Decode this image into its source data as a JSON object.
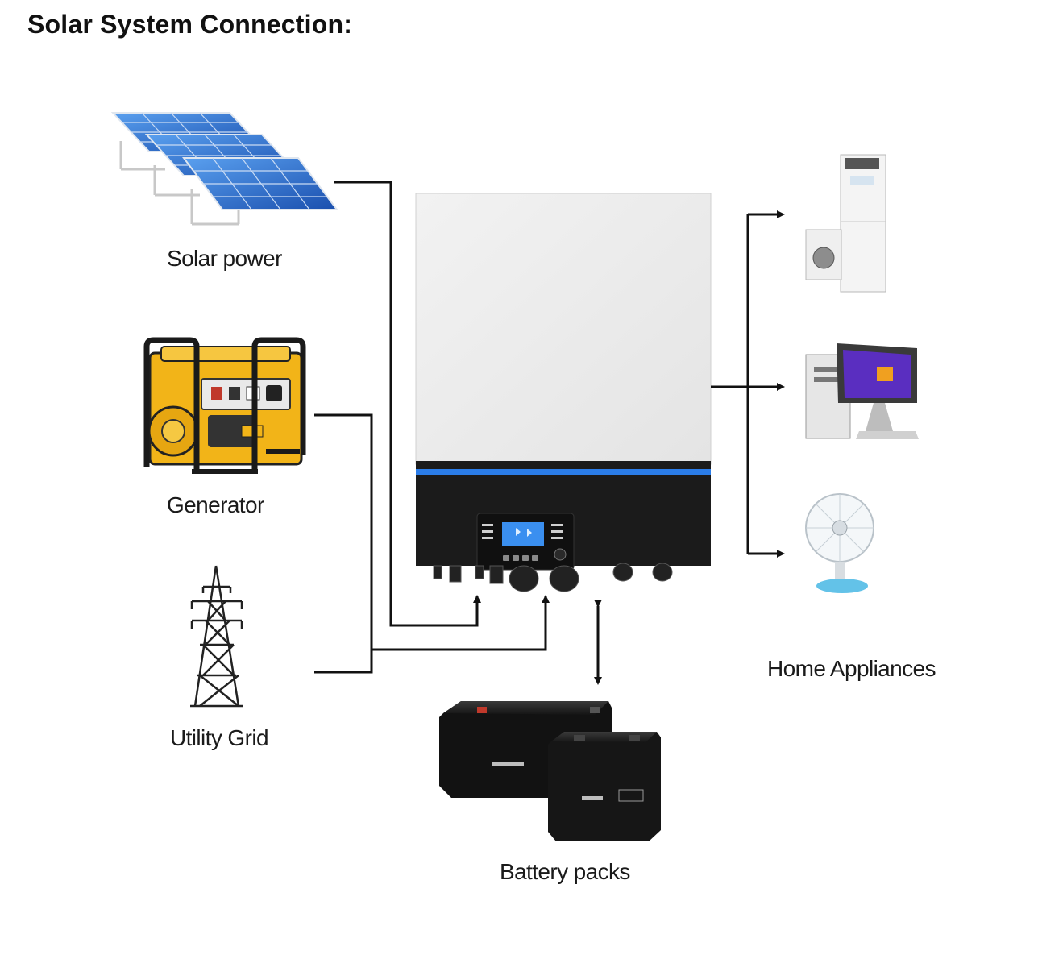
{
  "title": "Solar System Connection:",
  "sources": {
    "solar": "Solar power",
    "generator": "Generator",
    "grid": "Utility Grid"
  },
  "storage": {
    "battery": "Battery packs"
  },
  "loads": {
    "appliances": "Home Appliances"
  },
  "colors": {
    "panel_blue": "#1f63c4",
    "generator_yellow": "#f2b418",
    "inverter_body": "#ececec",
    "inverter_base": "#1b1b1b",
    "led_strip": "#2b7de9",
    "line": "#111111"
  }
}
